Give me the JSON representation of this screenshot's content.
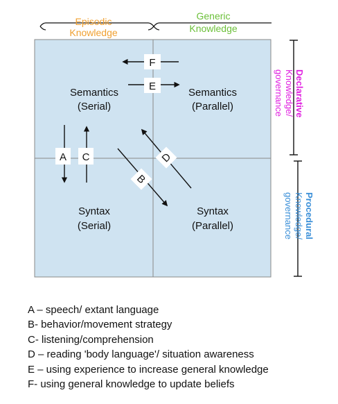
{
  "top_labels": {
    "episodic": [
      "Episodic",
      "Knowledge"
    ],
    "generic": [
      "Generic",
      "Knowledge"
    ]
  },
  "quadrants": {
    "top_left": [
      "Semantics",
      "(Serial)"
    ],
    "top_right": [
      "Semantics",
      "(Parallel)"
    ],
    "bottom_left": [
      "Syntax",
      "(Serial)"
    ],
    "bottom_right": [
      "Syntax",
      "(Parallel)"
    ]
  },
  "side_labels": {
    "declarative": [
      "Declarative",
      "Knowledge/",
      "governance"
    ],
    "procedural": [
      "Procedural",
      "Knowledge/",
      "governance"
    ]
  },
  "arrow_tags": {
    "A": "A",
    "B": "B",
    "C": "C",
    "D": "D",
    "E": "E",
    "F": "F"
  },
  "legend": [
    {
      "key": "A",
      "text": "A – speech/ extant language"
    },
    {
      "key": "B",
      "text": "B- behavior/movement strategy"
    },
    {
      "key": "C",
      "text": "C- listening/comprehension"
    },
    {
      "key": "D",
      "text": "D – reading 'body language'/ situation awareness"
    },
    {
      "key": "E",
      "text": "E – using experience to increase general knowledge"
    },
    {
      "key": "F",
      "text": "F- using general knowledge to update beliefs"
    }
  ],
  "colors": {
    "grid_fill": "#cfe3f1",
    "episodic": "#f0a030",
    "generic": "#6cc03a",
    "declarative": "#e020e0",
    "procedural": "#3a8fd8"
  }
}
